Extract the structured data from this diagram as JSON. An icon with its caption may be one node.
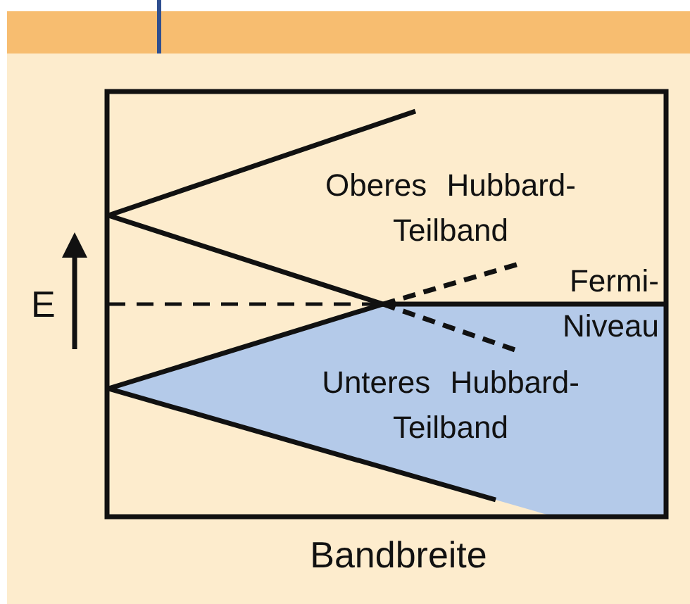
{
  "diagram": {
    "labels": [
      "E",
      "Oberes Hubbard- Teilband",
      "Fermi- Niveau",
      "Unteres Hubbard- Teilband",
      "Bandbreite"
    ]
  }
}
